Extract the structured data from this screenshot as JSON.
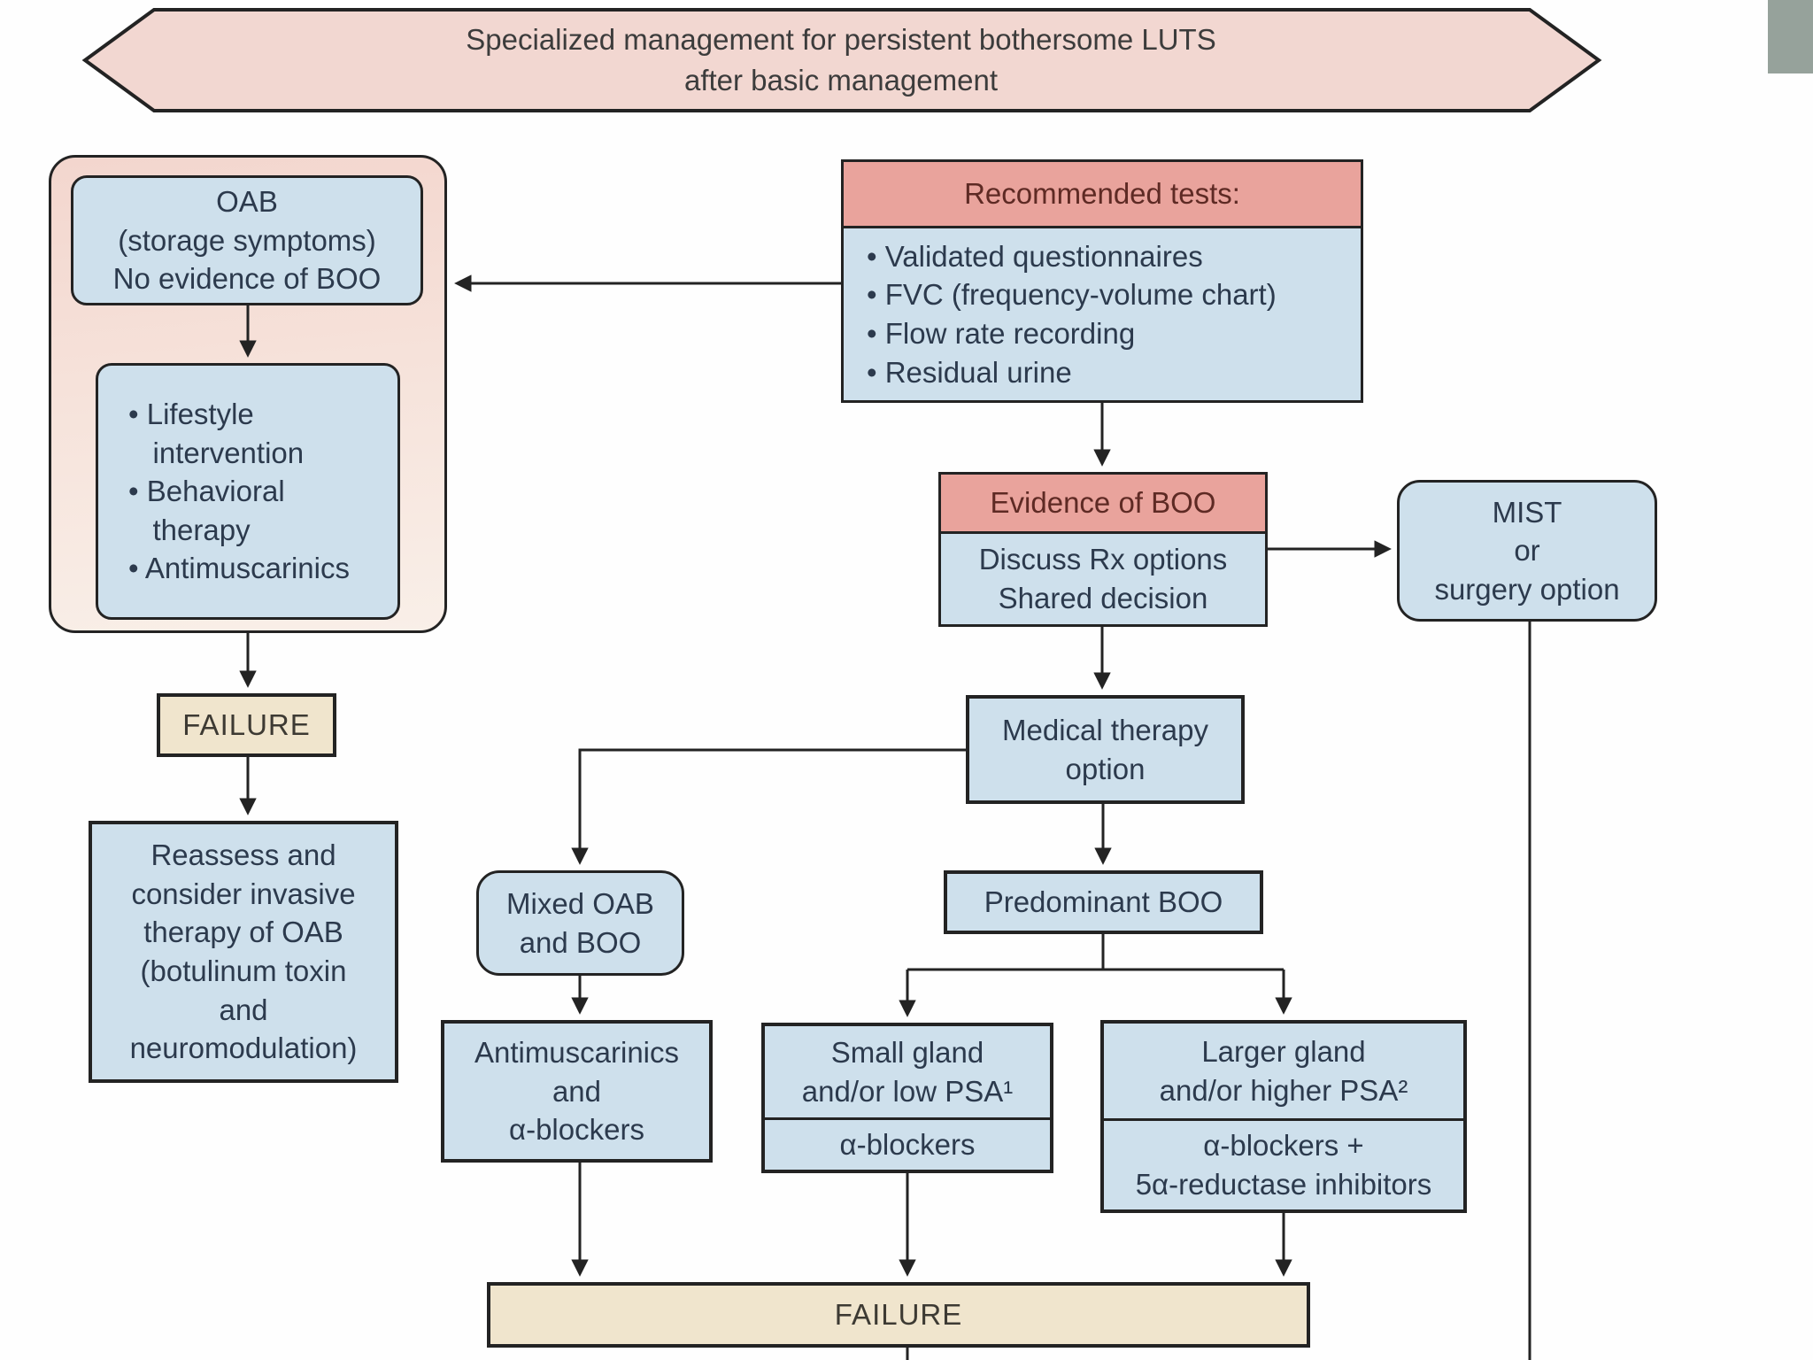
{
  "banner": {
    "text": "Specialized management for persistent bothersome LUTS\nafter basic management"
  },
  "nodes": {
    "oab": {
      "text": "OAB\n(storage symptoms)\nNo evidence of BOO"
    },
    "oab_treatment": {
      "text": "• Lifestyle\n   intervention\n• Behavioral\n   therapy\n• Antimuscarinics"
    },
    "failure_left": {
      "text": "FAILURE"
    },
    "reassess": {
      "text": "Reassess and\nconsider invasive\ntherapy of OAB\n(botulinum toxin\nand\nneuromodulation)"
    },
    "recommended_tests": {
      "header": "Recommended tests:",
      "body": "• Validated questionnaires\n• FVC (frequency-volume chart)\n• Flow rate recording\n• Residual urine"
    },
    "evidence_boo": {
      "header": "Evidence of BOO",
      "body": "Discuss Rx options\nShared decision"
    },
    "mist": {
      "text": "MIST\nor\nsurgery option"
    },
    "medical_therapy": {
      "text": "Medical therapy\noption"
    },
    "mixed_oab_boo": {
      "text": "Mixed OAB\nand BOO"
    },
    "predominant_boo": {
      "text": "Predominant BOO"
    },
    "antimuscarinics": {
      "text": "Antimuscarinics\nand\nα-blockers"
    },
    "small_gland": {
      "top": "Small gland\nand/or low PSA¹",
      "bottom": "α-blockers"
    },
    "larger_gland": {
      "top": "Larger gland\nand/or higher PSA²",
      "bottom": "α-blockers +\n5α-reductase inhibitors"
    },
    "failure_bottom": {
      "text": "FAILURE"
    }
  },
  "colors": {
    "banner_pink": "#f2d7d1",
    "header_salmon": "#e9a39c",
    "box_blue": "#cee0ec",
    "failure_cream": "#f0e5cd",
    "panel_pink_top": "#f3d6ce",
    "panel_pink_bottom": "#f9efe8",
    "corner_gray": "#96a29b",
    "border_dark": "#232323",
    "text_navy": "#2c3a4d",
    "text_maroon": "#5e2a24"
  }
}
